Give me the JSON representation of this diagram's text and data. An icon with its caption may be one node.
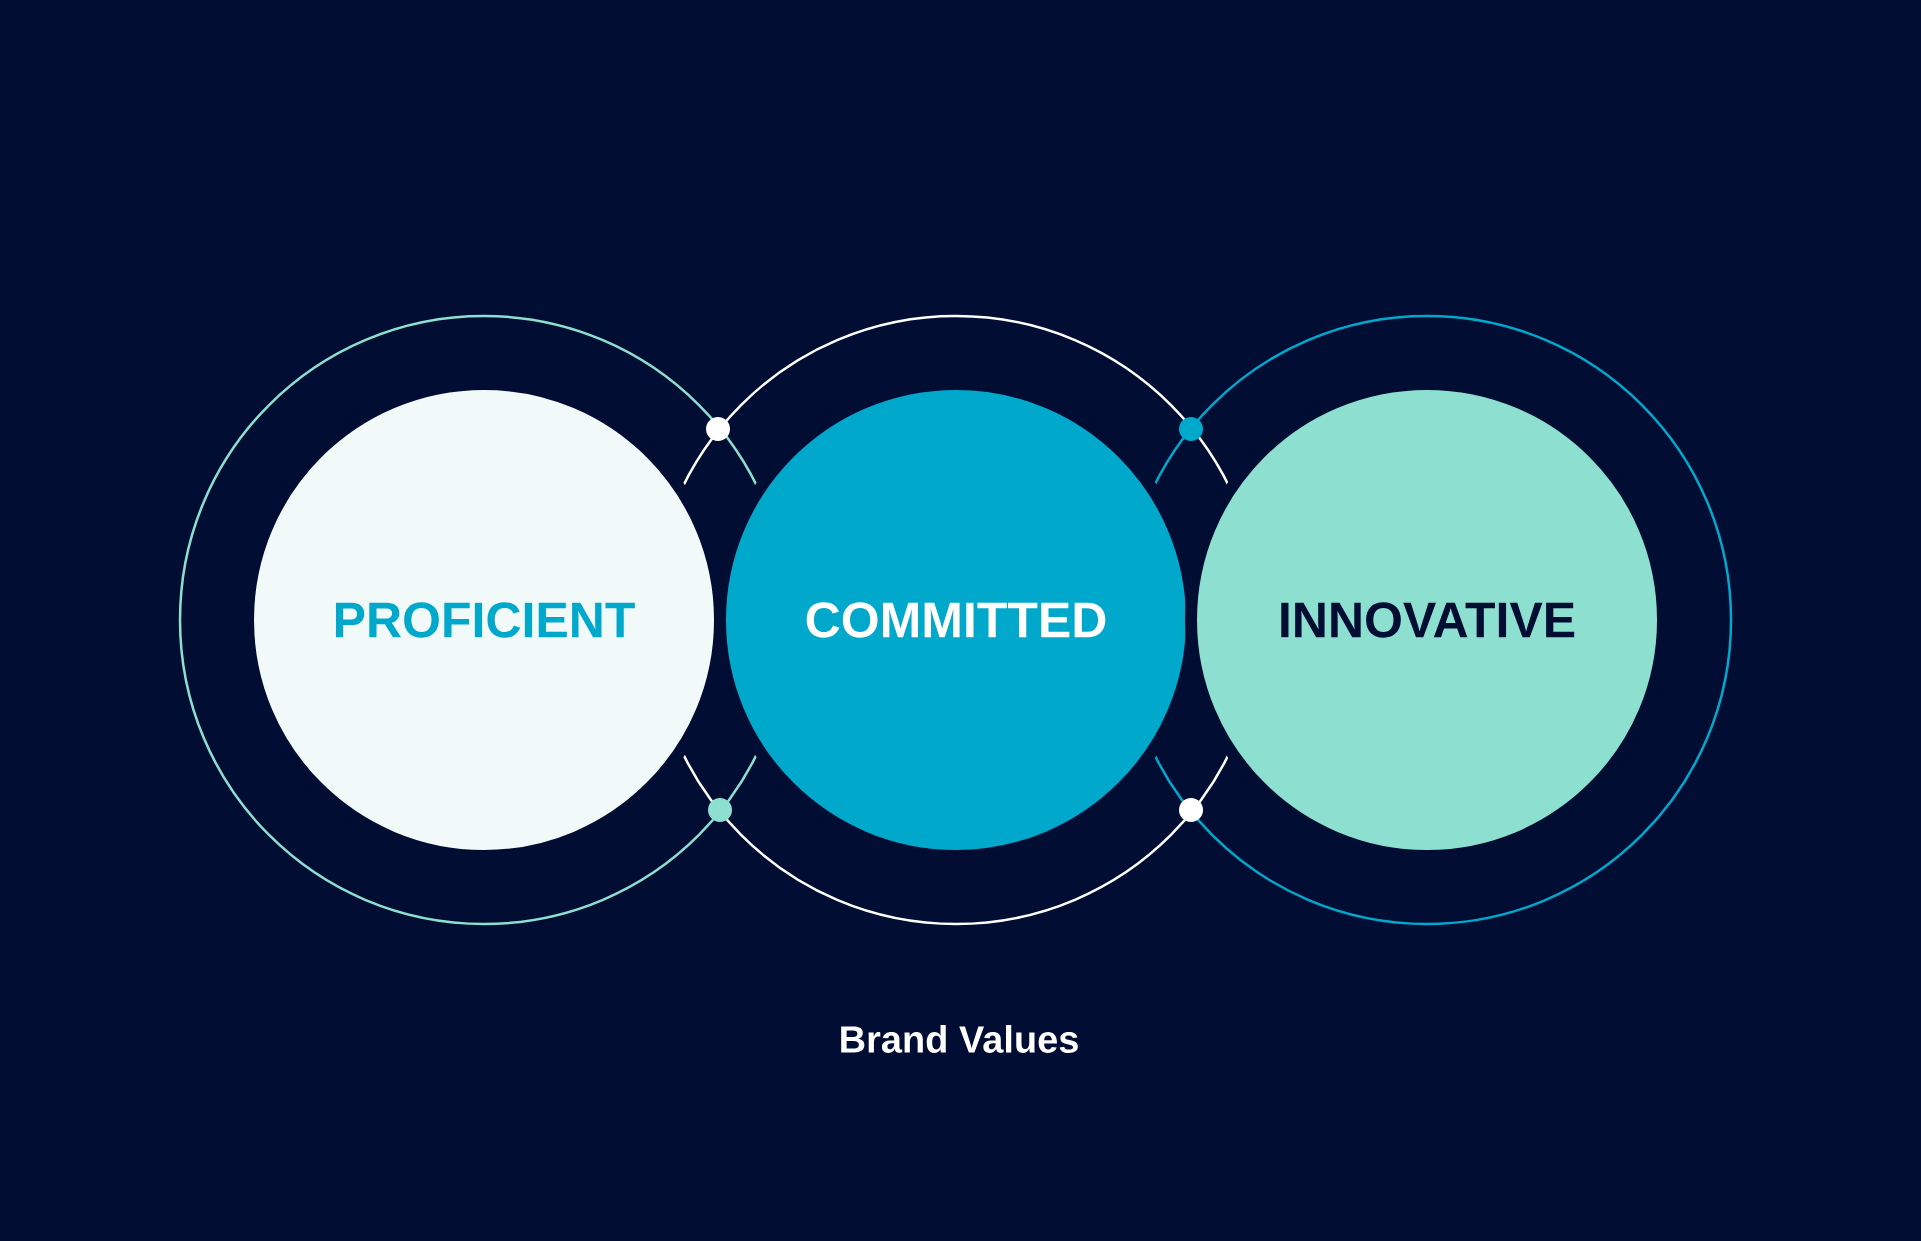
{
  "diagram": {
    "caption": "Brand Values",
    "nodes": [
      {
        "text": [
          "PROFICIENT"
        ]
      },
      {
        "text": [
          "COMMITTED"
        ]
      },
      {
        "text": [
          "INNOVATIVE"
        ]
      }
    ]
  }
}
